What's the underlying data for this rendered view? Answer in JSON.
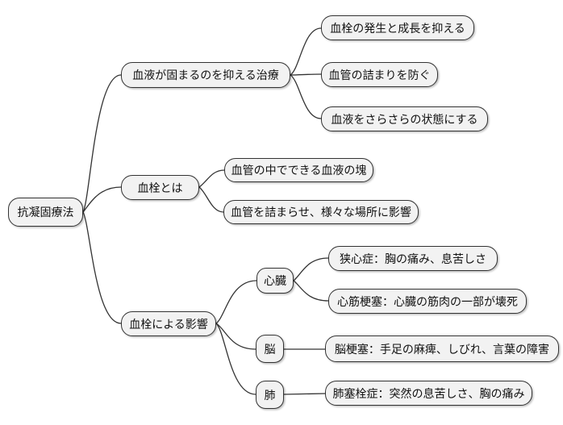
{
  "diagram": {
    "type": "mindmap",
    "colors": {
      "background": "#ffffff",
      "node_fill": "#f2f2f2",
      "node_border": "#333333",
      "edge": "#333333",
      "text": "#111111"
    },
    "root": {
      "label": "抗凝固療法"
    },
    "branches": [
      {
        "label": "血液が固まるのを抑える治療",
        "children": [
          {
            "label": "血栓の発生と成長を抑える"
          },
          {
            "label": "血管の詰まりを防ぐ"
          },
          {
            "label": "血液をさらさらの状態にする"
          }
        ]
      },
      {
        "label": "血栓とは",
        "children": [
          {
            "label": "血管の中でできる血液の塊"
          },
          {
            "label": "血管を詰まらせ、様々な場所に影響"
          }
        ]
      },
      {
        "label": "血栓による影響",
        "children": [
          {
            "label": "心臓",
            "children": [
              {
                "label": "狭心症：胸の痛み、息苦しさ"
              },
              {
                "label": "心筋梗塞：心臓の筋肉の一部が壊死"
              }
            ]
          },
          {
            "label": "脳",
            "children": [
              {
                "label": "脳梗塞：手足の麻痺、しびれ、言葉の障害"
              }
            ]
          },
          {
            "label": "肺",
            "children": [
              {
                "label": "肺塞栓症：突然の息苦しさ、胸の痛み"
              }
            ]
          }
        ]
      }
    ]
  }
}
